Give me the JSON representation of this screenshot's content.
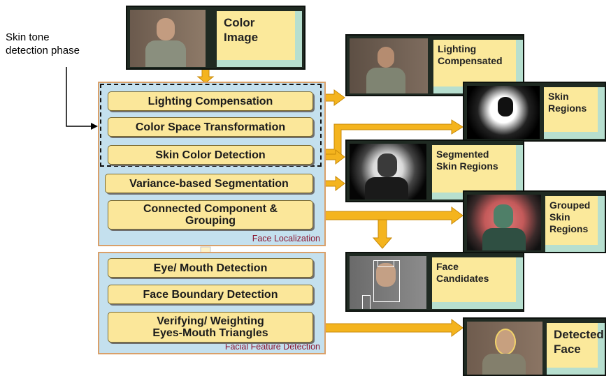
{
  "annotation": {
    "text": "Skin tone\ndetection phase"
  },
  "input": {
    "label": "Color\nImage"
  },
  "phases": [
    {
      "label": "Face Localization",
      "steps": [
        "Lighting Compensation",
        "Color Space Transformation",
        "Skin Color Detection",
        "Variance-based Segmentation",
        "Connected Component &\nGrouping"
      ]
    },
    {
      "label": "Facial Feature Detection",
      "steps": [
        "Eye/ Mouth Detection",
        "Face Boundary Detection",
        "Verifying/ Weighting\nEyes-Mouth Triangles"
      ]
    }
  ],
  "outputs": [
    {
      "label": "Lighting\nCompensated"
    },
    {
      "label": "Skin\nRegions"
    },
    {
      "label": "Segmented\nSkin Regions"
    },
    {
      "label": "Grouped\nSkin\nRegions"
    },
    {
      "label": "Face\nCandidates"
    },
    {
      "label": "Detected\nFace"
    }
  ],
  "colors": {
    "panel": "#c4e0ee",
    "step": "#fbe79a",
    "arrow": "#f4b41e",
    "panel_label": "#8a1430"
  }
}
